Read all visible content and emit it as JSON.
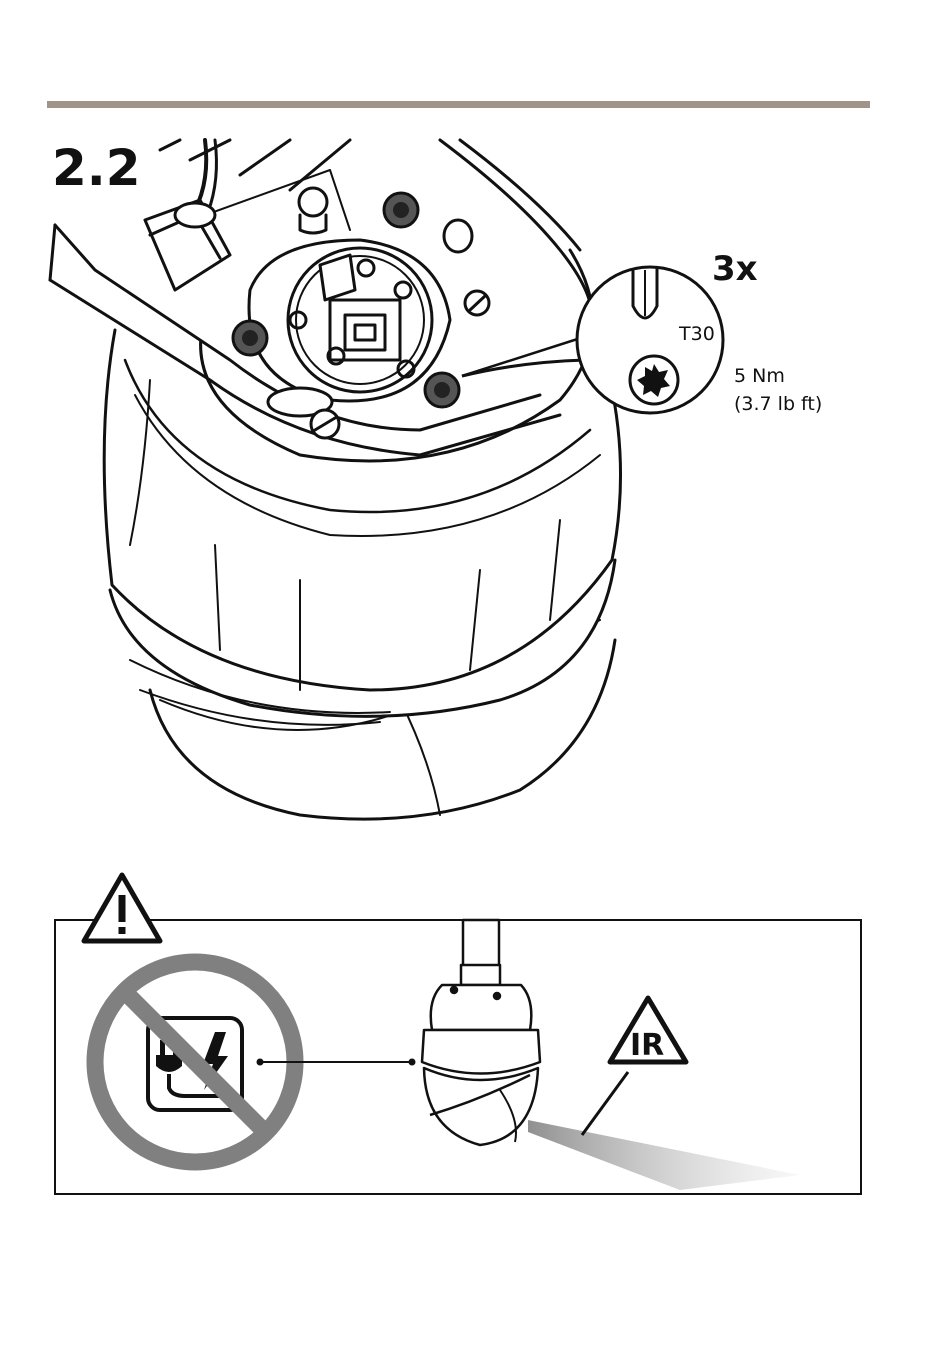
{
  "step": {
    "number": "2.2"
  },
  "tool_callout": {
    "quantity": "3x",
    "bit_type": "T30",
    "torque_nm": "5 Nm",
    "torque_lbft": "(3.7 lb ft)"
  },
  "warning": {
    "ir_label": "IR"
  },
  "colors": {
    "header_rule": "#a09488",
    "line": "#111111",
    "prohibition": "#808080",
    "ir_beam": "#9a9a9a"
  },
  "icons": [
    "torx-bit-icon",
    "torx-star-icon",
    "warning-triangle-icon",
    "no-power-icon",
    "ir-warning-icon"
  ]
}
